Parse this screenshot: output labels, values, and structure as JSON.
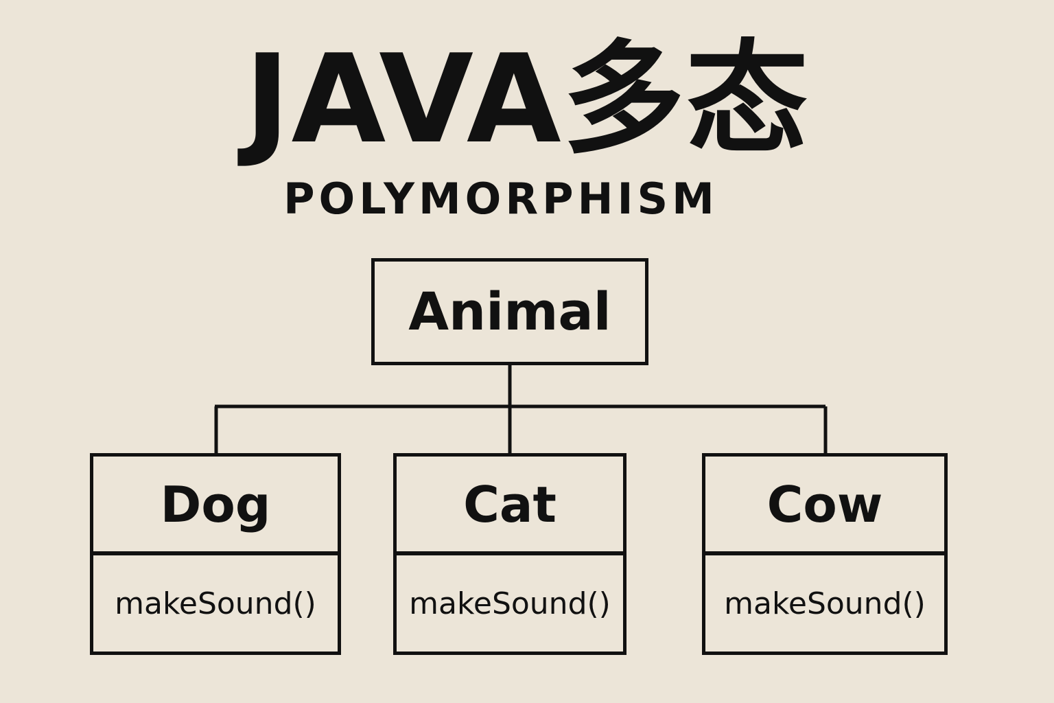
{
  "title": "JAVA多态",
  "subtitle": "POLYMORPHISM",
  "parent": {
    "name": "Animal"
  },
  "children": [
    {
      "name": "Dog",
      "method": "makeSound()"
    },
    {
      "name": "Cat",
      "method": "makeSound()"
    },
    {
      "name": "Cow",
      "method": "makeSound()"
    }
  ],
  "colors": {
    "background": "#ece5d8",
    "ink": "#111111"
  }
}
